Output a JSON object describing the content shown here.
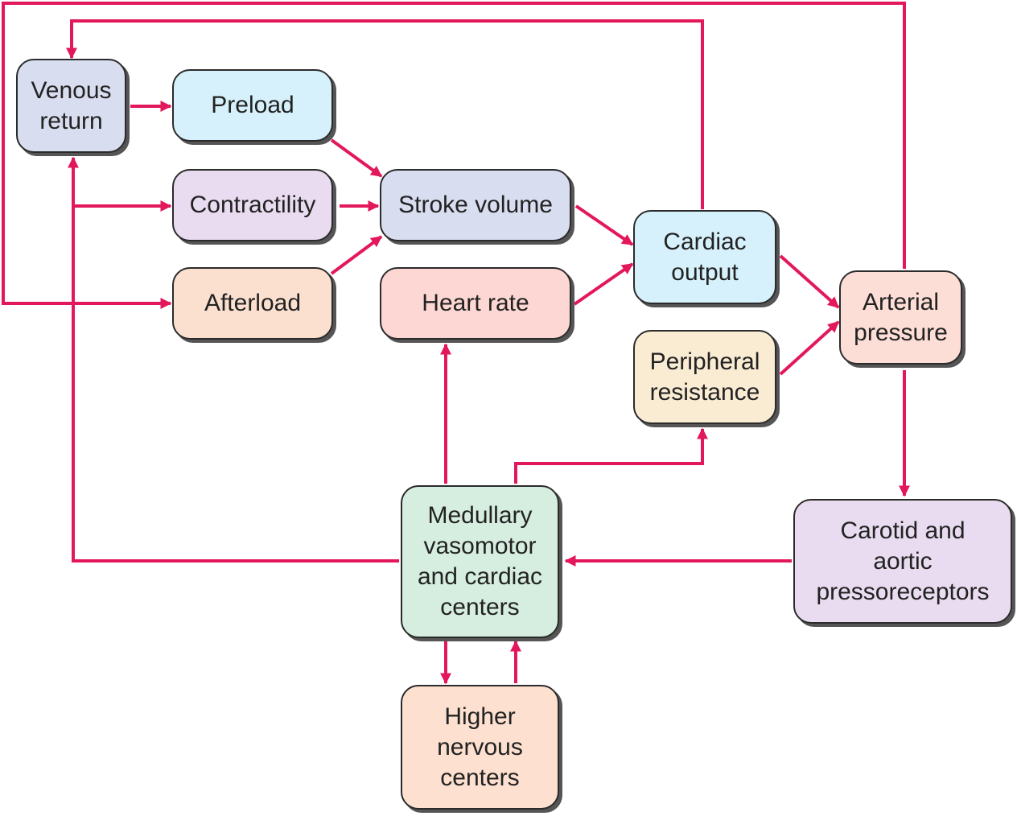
{
  "colors": {
    "arrow": "#e3185b",
    "node_border": "#2b2b2b",
    "node_shadow": "#555555"
  },
  "nodes": {
    "venous_return": [
      "Venous",
      "return"
    ],
    "preload": [
      "Preload"
    ],
    "contractility": [
      "Contractility"
    ],
    "afterload": [
      "Afterload"
    ],
    "stroke_volume": [
      "Stroke volume"
    ],
    "heart_rate": [
      "Heart rate"
    ],
    "cardiac_output": [
      "Cardiac",
      "output"
    ],
    "peripheral_resistance": [
      "Peripheral",
      "resistance"
    ],
    "arterial_pressure": [
      "Arterial",
      "pressure"
    ],
    "medullary_centers": [
      "Medullary",
      "vasomotor",
      "and cardiac",
      "centers"
    ],
    "pressoreceptors": [
      "Carotid and",
      "aortic",
      "pressoreceptors"
    ],
    "higher_centers": [
      "Higher",
      "nervous",
      "centers"
    ]
  },
  "edges": [
    {
      "from": "venous_return",
      "to": "preload"
    },
    {
      "from": "preload",
      "to": "stroke_volume"
    },
    {
      "from": "contractility",
      "to": "stroke_volume"
    },
    {
      "from": "afterload",
      "to": "stroke_volume"
    },
    {
      "from": "stroke_volume",
      "to": "cardiac_output"
    },
    {
      "from": "heart_rate",
      "to": "cardiac_output"
    },
    {
      "from": "cardiac_output",
      "to": "arterial_pressure"
    },
    {
      "from": "peripheral_resistance",
      "to": "arterial_pressure"
    },
    {
      "from": "cardiac_output",
      "to": "venous_return"
    },
    {
      "from": "arterial_pressure",
      "to": "afterload"
    },
    {
      "from": "arterial_pressure",
      "to": "pressoreceptors"
    },
    {
      "from": "pressoreceptors",
      "to": "medullary_centers"
    },
    {
      "from": "medullary_centers",
      "to": "heart_rate"
    },
    {
      "from": "medullary_centers",
      "to": "peripheral_resistance"
    },
    {
      "from": "medullary_centers",
      "to": "venous_return"
    },
    {
      "from": "medullary_centers",
      "to": "contractility"
    },
    {
      "from": "medullary_centers",
      "to": "higher_centers"
    },
    {
      "from": "higher_centers",
      "to": "medullary_centers"
    }
  ]
}
